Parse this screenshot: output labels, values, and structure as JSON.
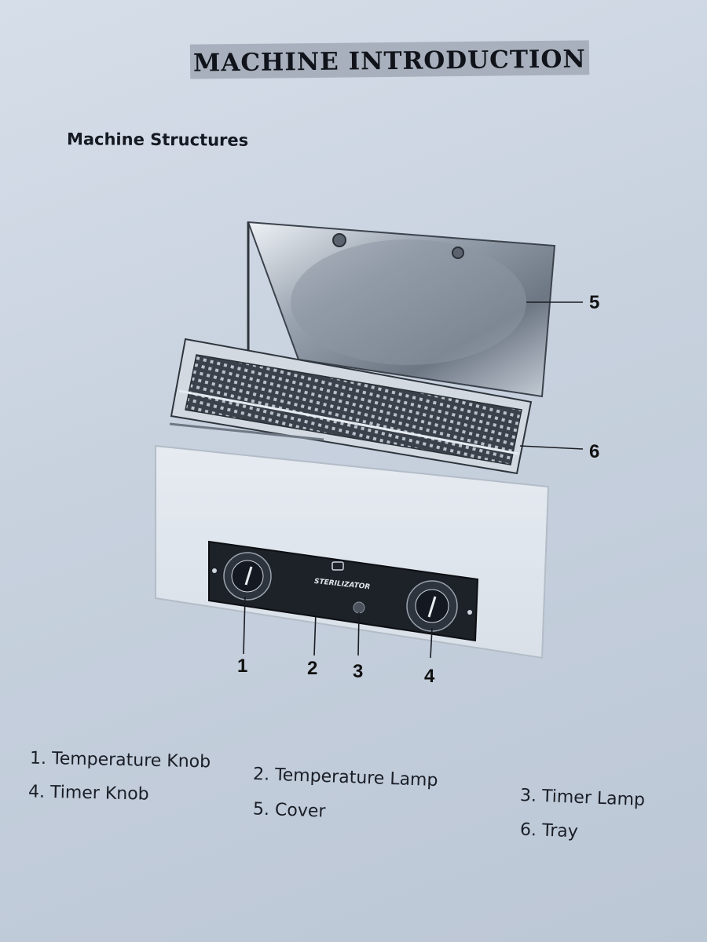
{
  "header": {
    "title": "MACHINE INTRODUCTION",
    "subtitle": "Machine Structures"
  },
  "figure": {
    "panel_brand": "STERILIZATOR",
    "callouts": [
      "1",
      "2",
      "3",
      "4",
      "5",
      "6"
    ]
  },
  "legend": {
    "items": [
      "1. Temperature Knob",
      "2. Temperature Lamp",
      "3. Timer Lamp",
      "4. Timer Knob",
      "5. Cover",
      "6. Tray"
    ]
  }
}
